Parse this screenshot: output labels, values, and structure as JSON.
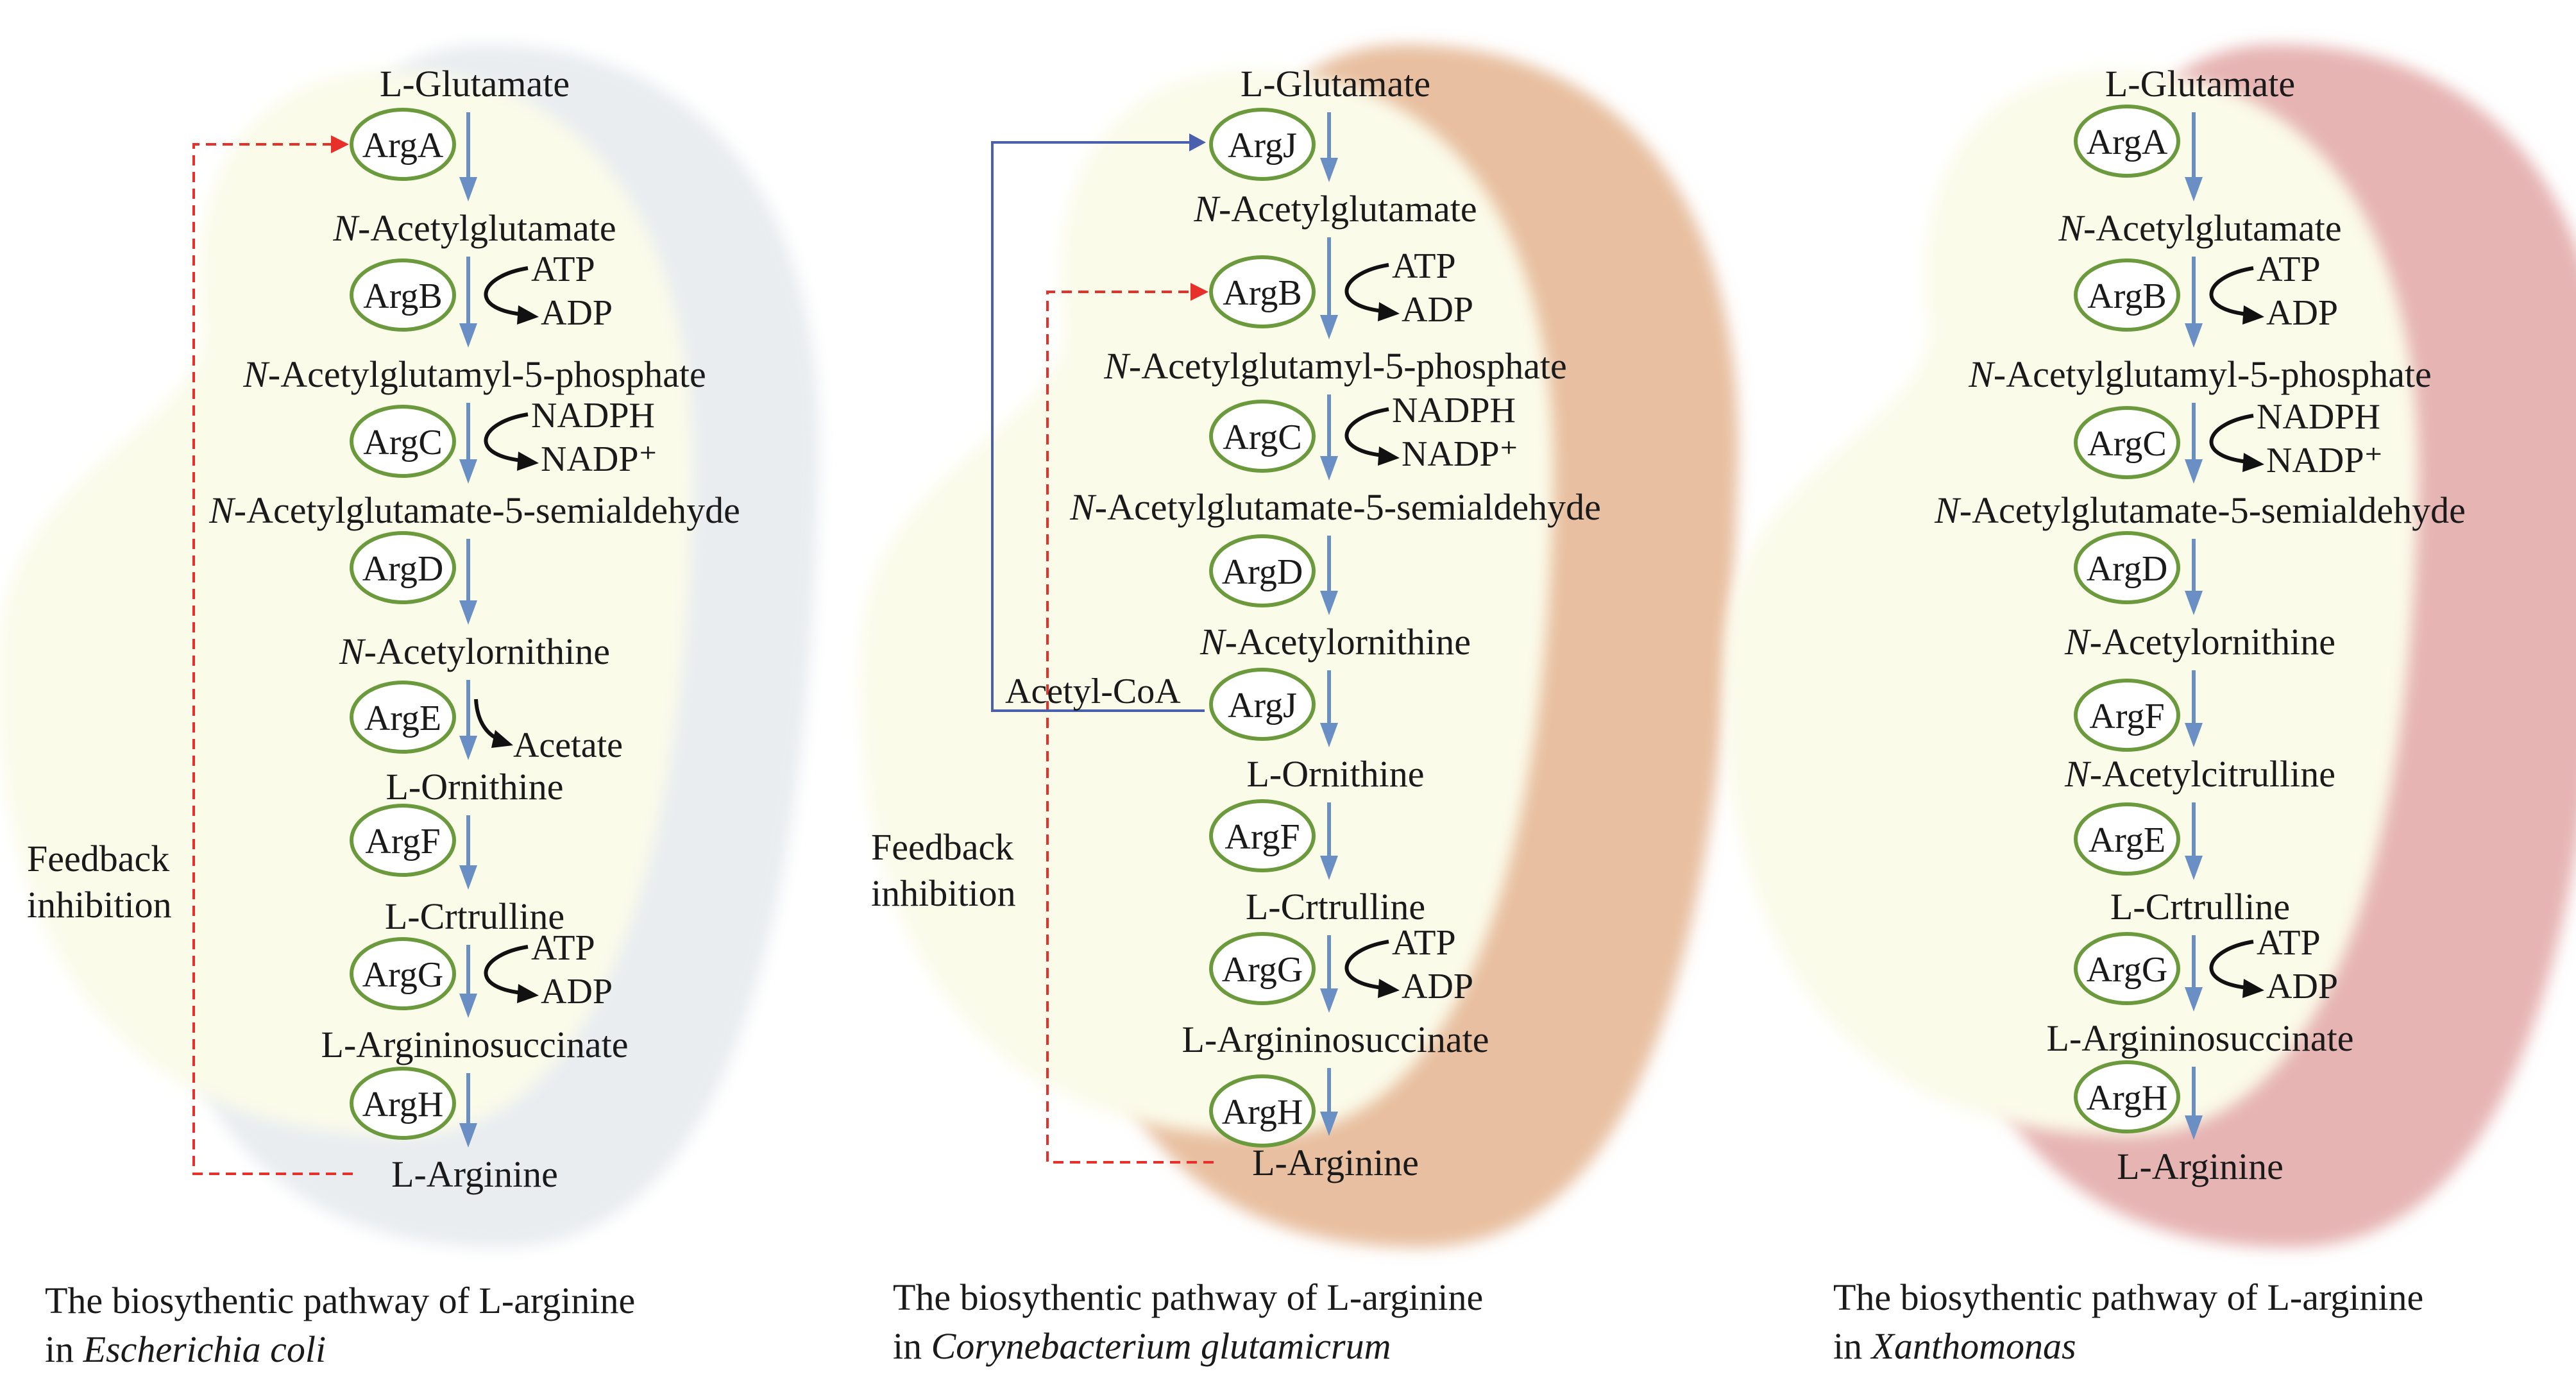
{
  "colors": {
    "background_blob": "#fbfbea",
    "ecoli_shadow": "#e9edf0",
    "cglut_shadow": "#e8bfa0",
    "xanth_shadow": "#e6b4b3",
    "enzyme_outline": "#6a9a3c",
    "pathway_arrow": "#6a8fc4",
    "feedback_line": "#e8302a",
    "acetyl_line": "#4a5fad",
    "cofactor_arrow": "#111111"
  },
  "panels": [
    {
      "id": "ecoli",
      "caption_line1": "The biosythentic pathway of L-arginine",
      "caption_prefix": "in ",
      "caption_organism": "Escherichia coli",
      "feedback_label_1": "Feedback",
      "feedback_label_2": "inhibition",
      "feedback_target": "ArgA",
      "steps": [
        {
          "metabolite": "L-Glutamate",
          "n_prefix": false
        },
        {
          "enzyme": "ArgA"
        },
        {
          "metabolite": "-Acetylglutamate",
          "n_prefix": true
        },
        {
          "enzyme": "ArgB",
          "cofactor_in": "ATP",
          "cofactor_out": "ADP"
        },
        {
          "metabolite": "-Acetylglutamyl-5-phosphate",
          "n_prefix": true
        },
        {
          "enzyme": "ArgC",
          "cofactor_in": "NADPH",
          "cofactor_out": "NADP⁺"
        },
        {
          "metabolite": "-Acetylglutamate-5-semialdehyde",
          "n_prefix": true
        },
        {
          "enzyme": "ArgD"
        },
        {
          "metabolite": "-Acetylornithine",
          "n_prefix": true
        },
        {
          "enzyme": "ArgE",
          "cofactor_out": "Acetate"
        },
        {
          "metabolite": "L-Ornithine",
          "n_prefix": false
        },
        {
          "enzyme": "ArgF"
        },
        {
          "metabolite": "L-Crtrulline",
          "n_prefix": false
        },
        {
          "enzyme": "ArgG",
          "cofactor_in": "ATP",
          "cofactor_out": "ADP"
        },
        {
          "metabolite": "L-Argininosuccinate",
          "n_prefix": false
        },
        {
          "enzyme": "ArgH"
        },
        {
          "metabolite": "L-Arginine",
          "n_prefix": false
        }
      ]
    },
    {
      "id": "cglutamicum",
      "caption_line1": "The biosythentic pathway of L-arginine",
      "caption_prefix": "in ",
      "caption_organism": "Corynebacterium glutamicrum",
      "feedback_label_1": "Feedback",
      "feedback_label_2": "inhibition",
      "feedback_target": "ArgB",
      "acetyl_label": "Acetyl-CoA",
      "steps": [
        {
          "metabolite": "L-Glutamate",
          "n_prefix": false
        },
        {
          "enzyme": "ArgJ"
        },
        {
          "metabolite": "-Acetylglutamate",
          "n_prefix": true
        },
        {
          "enzyme": "ArgB",
          "cofactor_in": "ATP",
          "cofactor_out": "ADP"
        },
        {
          "metabolite": "-Acetylglutamyl-5-phosphate",
          "n_prefix": true
        },
        {
          "enzyme": "ArgC",
          "cofactor_in": "NADPH",
          "cofactor_out": "NADP⁺"
        },
        {
          "metabolite": "-Acetylglutamate-5-semialdehyde",
          "n_prefix": true
        },
        {
          "enzyme": "ArgD"
        },
        {
          "metabolite": "-Acetylornithine",
          "n_prefix": true
        },
        {
          "enzyme": "ArgJ"
        },
        {
          "metabolite": "L-Ornithine",
          "n_prefix": false
        },
        {
          "enzyme": "ArgF"
        },
        {
          "metabolite": "L-Crtrulline",
          "n_prefix": false
        },
        {
          "enzyme": "ArgG",
          "cofactor_in": "ATP",
          "cofactor_out": "ADP"
        },
        {
          "metabolite": "L-Argininosuccinate",
          "n_prefix": false
        },
        {
          "enzyme": "ArgH"
        },
        {
          "metabolite": "L-Arginine",
          "n_prefix": false
        }
      ]
    },
    {
      "id": "xanthomonas",
      "caption_line1": "The biosythentic pathway of L-arginine",
      "caption_prefix": "in ",
      "caption_organism": "Xanthomonas",
      "steps": [
        {
          "metabolite": "L-Glutamate",
          "n_prefix": false
        },
        {
          "enzyme": "ArgA"
        },
        {
          "metabolite": "-Acetylglutamate",
          "n_prefix": true
        },
        {
          "enzyme": "ArgB",
          "cofactor_in": "ATP",
          "cofactor_out": "ADP"
        },
        {
          "metabolite": "-Acetylglutamyl-5-phosphate",
          "n_prefix": true
        },
        {
          "enzyme": "ArgC",
          "cofactor_in": "NADPH",
          "cofactor_out": "NADP⁺"
        },
        {
          "metabolite": "-Acetylglutamate-5-semialdehyde",
          "n_prefix": true
        },
        {
          "enzyme": "ArgD"
        },
        {
          "metabolite": "-Acetylornithine",
          "n_prefix": true
        },
        {
          "enzyme": "ArgF"
        },
        {
          "metabolite": "-Acetylcitrulline",
          "n_prefix": true
        },
        {
          "enzyme": "ArgE"
        },
        {
          "metabolite": "L-Crtrulline",
          "n_prefix": false
        },
        {
          "enzyme": "ArgG",
          "cofactor_in": "ATP",
          "cofactor_out": "ADP"
        },
        {
          "metabolite": "L-Argininosuccinate",
          "n_prefix": false
        },
        {
          "enzyme": "ArgH"
        },
        {
          "metabolite": "L-Arginine",
          "n_prefix": false
        }
      ]
    }
  ],
  "n_prefix_text": "N"
}
